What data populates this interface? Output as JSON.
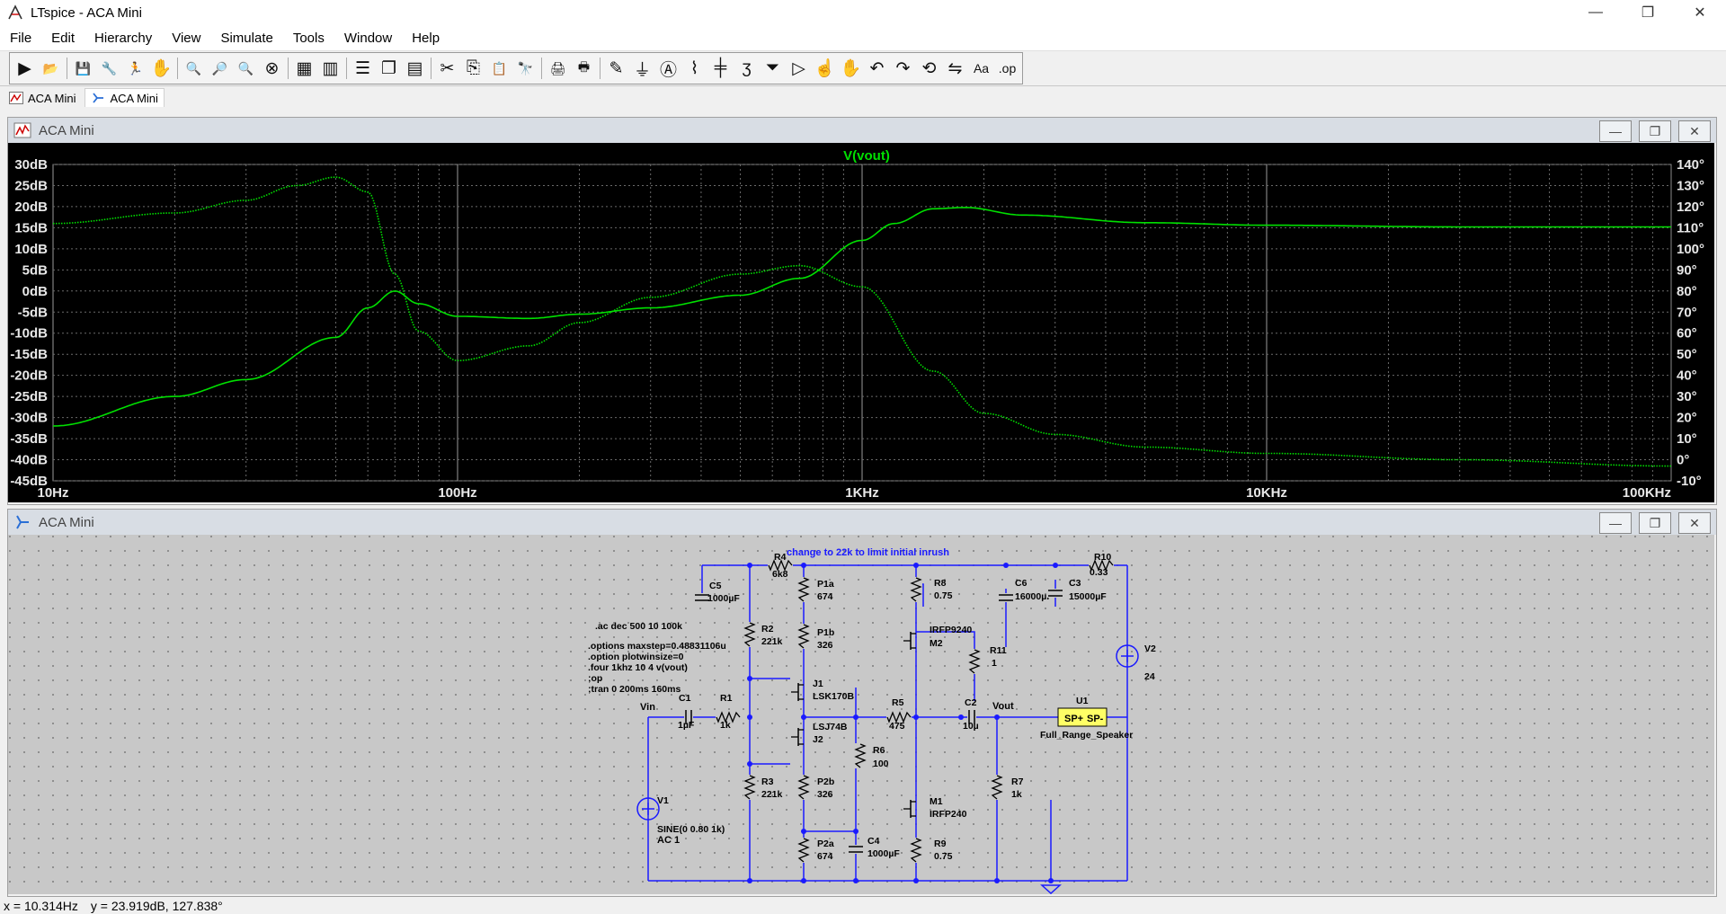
{
  "window": {
    "title": "LTspice - ACA Mini",
    "minimize": "—",
    "maximize": "❐",
    "close": "✕"
  },
  "menu": [
    "File",
    "Edit",
    "Hierarchy",
    "View",
    "Simulate",
    "Tools",
    "Window",
    "Help"
  ],
  "toolbar": {
    "groups": [
      [
        {
          "name": "run-icon",
          "glyph": "▶"
        },
        {
          "name": "open-icon",
          "glyph": "📂"
        }
      ],
      [
        {
          "name": "save-icon",
          "glyph": "💾"
        },
        {
          "name": "control-panel-icon",
          "glyph": "🔧"
        },
        {
          "name": "halt-icon",
          "glyph": "🏃"
        },
        {
          "name": "pan-icon",
          "glyph": "✋"
        }
      ],
      [
        {
          "name": "zoom-in-icon",
          "glyph": "🔍"
        },
        {
          "name": "zoom-area-icon",
          "glyph": "🔎"
        },
        {
          "name": "zoom-out-icon",
          "glyph": "🔍"
        },
        {
          "name": "zoom-fit-icon",
          "glyph": "⊗"
        }
      ],
      [
        {
          "name": "autorange-icon",
          "glyph": "▦"
        },
        {
          "name": "fit-icon",
          "glyph": "▥"
        }
      ],
      [
        {
          "name": "tile-horizontal-icon",
          "glyph": "☰"
        },
        {
          "name": "cascade-icon",
          "glyph": "❐"
        },
        {
          "name": "tile-vertical-icon",
          "glyph": "▤"
        }
      ],
      [
        {
          "name": "cut-icon",
          "glyph": "✂"
        },
        {
          "name": "copy-icon",
          "glyph": "⎘"
        },
        {
          "name": "paste-icon",
          "glyph": "📋"
        },
        {
          "name": "find-icon",
          "glyph": "🔭"
        }
      ],
      [
        {
          "name": "print-preview-icon",
          "glyph": "🖨"
        },
        {
          "name": "print-icon",
          "glyph": "🖶"
        }
      ],
      [
        {
          "name": "wire-icon",
          "glyph": "✎"
        },
        {
          "name": "ground-icon",
          "glyph": "⏚"
        },
        {
          "name": "label-net-icon",
          "glyph": "Ⓐ"
        },
        {
          "name": "resistor-icon",
          "glyph": "⌇"
        },
        {
          "name": "capacitor-icon",
          "glyph": "╪"
        },
        {
          "name": "inductor-icon",
          "glyph": "ʒ"
        },
        {
          "name": "diode-icon",
          "glyph": "⏷"
        },
        {
          "name": "component-icon",
          "glyph": "▷"
        },
        {
          "name": "move-icon",
          "glyph": "☝"
        },
        {
          "name": "drag-icon",
          "glyph": "✋"
        },
        {
          "name": "undo-icon",
          "glyph": "↶"
        },
        {
          "name": "redo-icon",
          "glyph": "↷"
        },
        {
          "name": "rotate-icon",
          "glyph": "⟲"
        },
        {
          "name": "mirror-icon",
          "glyph": "⇋"
        },
        {
          "name": "text-icon",
          "glyph": "Aa"
        },
        {
          "name": "spice-directive-icon",
          "glyph": ".op"
        }
      ]
    ]
  },
  "tabs": [
    {
      "label": "ACA Mini",
      "icon": "waveform-tab-icon",
      "active": false
    },
    {
      "label": "ACA Mini",
      "icon": "schematic-tab-icon",
      "active": true
    }
  ],
  "plot_window": {
    "title": "ACA Mini",
    "buttons": [
      "—",
      "❐",
      "✕"
    ]
  },
  "schematic_window": {
    "title": "ACA Mini",
    "buttons": [
      "—",
      "❐",
      "✕"
    ]
  },
  "chart_data": {
    "type": "line",
    "title": "V(vout)",
    "x_scale": "log",
    "xlim": [
      10,
      100000
    ],
    "x_ticks": [
      "10Hz",
      "100Hz",
      "1KHz",
      "10KHz",
      "100KHz"
    ],
    "ylim_left": [
      -45,
      30
    ],
    "y_ticks_left": [
      "30dB",
      "25dB",
      "20dB",
      "15dB",
      "10dB",
      "5dB",
      "0dB",
      "-5dB",
      "-10dB",
      "-15dB",
      "-20dB",
      "-25dB",
      "-30dB",
      "-35dB",
      "-40dB",
      "-45dB"
    ],
    "ylim_right": [
      -10,
      140
    ],
    "y_ticks_right": [
      "140°",
      "130°",
      "120°",
      "110°",
      "100°",
      "90°",
      "80°",
      "70°",
      "60°",
      "50°",
      "40°",
      "30°",
      "20°",
      "10°",
      "0°",
      "-10°"
    ],
    "grid": true,
    "trace_color": "#00e000",
    "series": [
      {
        "name": "V(vout)",
        "quantity": "magnitude_dB",
        "x": [
          10,
          20,
          30,
          50,
          60,
          70,
          80,
          100,
          150,
          200,
          300,
          500,
          700,
          1000,
          1200,
          1500,
          1800,
          2500,
          5000,
          10000,
          30000,
          100000
        ],
        "y": [
          -32,
          -25,
          -21,
          -11,
          -4,
          0,
          -3,
          -6,
          -6.5,
          -5.5,
          -4,
          -1,
          3,
          12,
          16,
          19.5,
          19.8,
          18,
          16.2,
          15.6,
          15.2,
          15.2
        ]
      },
      {
        "name": "V(vout) phase",
        "quantity": "phase_deg",
        "x": [
          10,
          20,
          30,
          40,
          50,
          60,
          70,
          80,
          100,
          150,
          200,
          300,
          500,
          700,
          1000,
          1500,
          2000,
          3000,
          5000,
          10000,
          30000,
          100000
        ],
        "y": [
          112,
          117,
          123,
          130,
          134,
          127,
          88,
          61,
          47,
          54,
          65,
          77,
          88,
          92,
          82,
          42,
          22,
          12,
          6,
          3,
          0,
          -3
        ]
      }
    ]
  },
  "schematic": {
    "note": "change to 22k to limit initial inrush",
    "directives": [
      ".ac dec 500 10 100k",
      ".options maxstep=0.48831106u",
      ".option plotwinsize=0",
      ".four 1khz 10 4 v(vout)",
      ";op",
      ";tran 0 200ms 160ms"
    ],
    "components": [
      {
        "ref": "R4",
        "value": "6k8"
      },
      {
        "ref": "C5",
        "value": "1000µF"
      },
      {
        "ref": "P1a",
        "value": "674"
      },
      {
        "ref": "R8",
        "value": "0.75"
      },
      {
        "ref": "C6",
        "value": "16000µF"
      },
      {
        "ref": "C3",
        "value": "15000µF"
      },
      {
        "ref": "R10",
        "value": "0.33"
      },
      {
        "ref": "R2",
        "value": "221k"
      },
      {
        "ref": "P1b",
        "value": "326"
      },
      {
        "ref": "M2",
        "value": "IRFP9240"
      },
      {
        "ref": "R11",
        "value": "1"
      },
      {
        "ref": "V2",
        "value": "24"
      },
      {
        "ref": "J1",
        "value": "LSK170B"
      },
      {
        "ref": "J2",
        "value": "LSJ74B"
      },
      {
        "ref": "C1",
        "value": "1µF"
      },
      {
        "ref": "R1",
        "value": "1k"
      },
      {
        "ref": "R5",
        "value": "475"
      },
      {
        "ref": "C2",
        "value": "10µ"
      },
      {
        "ref": "U1",
        "value": "Full_Range_Speaker"
      },
      {
        "ref": "R6",
        "value": "100"
      },
      {
        "ref": "V1",
        "value": "SINE(0 0.80 1k)"
      },
      {
        "ref": "R3",
        "value": "221k"
      },
      {
        "ref": "P2b",
        "value": "326"
      },
      {
        "ref": "M1",
        "value": "IRFP240"
      },
      {
        "ref": "R7",
        "value": "1k"
      },
      {
        "ref": "C4",
        "value": "1000µF"
      },
      {
        "ref": "P2a",
        "value": "674"
      },
      {
        "ref": "R9",
        "value": "0.75"
      }
    ],
    "v1_ac": "AC 1",
    "nets": [
      "Vin",
      "Vout"
    ],
    "speaker_pins": [
      "SP+",
      "SP-"
    ]
  },
  "status": {
    "x": "x = 10.314Hz",
    "y": "y = 23.919dB, 127.838°"
  }
}
